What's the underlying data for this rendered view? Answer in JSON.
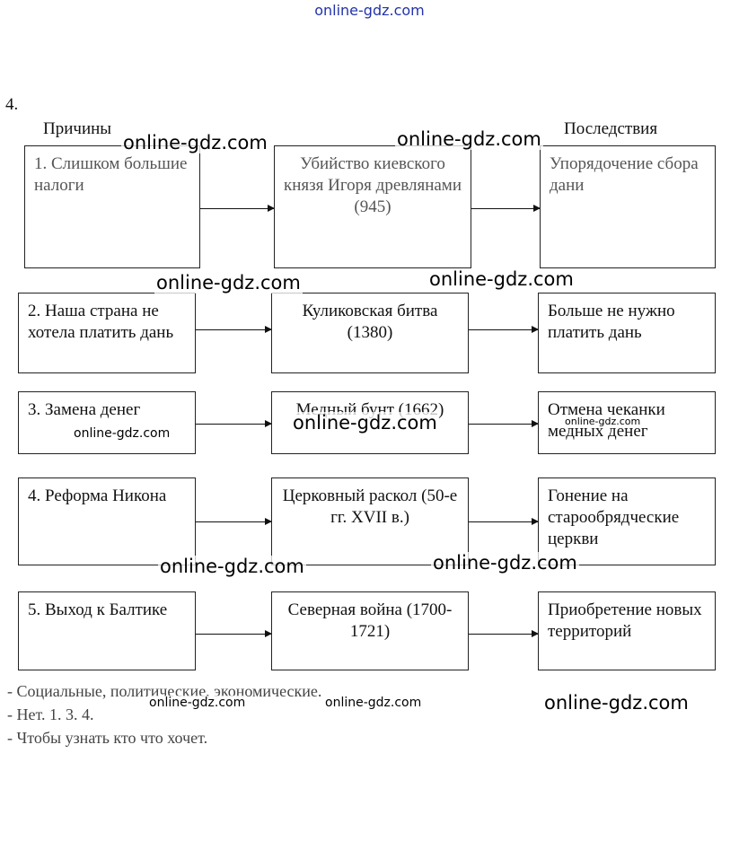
{
  "site_top": "online-gdz.com",
  "task_number": "4.",
  "headers": {
    "causes": "Причины",
    "consequences": "Последствия"
  },
  "rows": [
    {
      "cause": "1. Слишком большие налоги",
      "event": "Убийство киевского князя Игоря древлянами (945)",
      "consequence": "Упорядочение сбора дани"
    },
    {
      "cause": "2. Наша страна не хотела платить дань",
      "event": "Куликовская битва (1380)",
      "consequence": "Больше не нужно платить дань"
    },
    {
      "cause": "3. Замена денег",
      "event": "Медный бунт (1662)",
      "consequence": "Отмена чеканки медных денег"
    },
    {
      "cause": "4. Реформа Никона",
      "event": "Церковный раскол (50-е гг. XVII в.)",
      "consequence": "Гонение на старообрядческие церкви"
    },
    {
      "cause": "5. Выход к Балтике",
      "event": "Северная война (1700-1721)",
      "consequence": "Приобретение новых территорий"
    }
  ],
  "answers": [
    "- Социальные, политические, экономические.",
    "- Нет. 1. 3. 4.",
    "- Чтобы узнать кто что хочет."
  ],
  "watermark": "online-gdz.com"
}
